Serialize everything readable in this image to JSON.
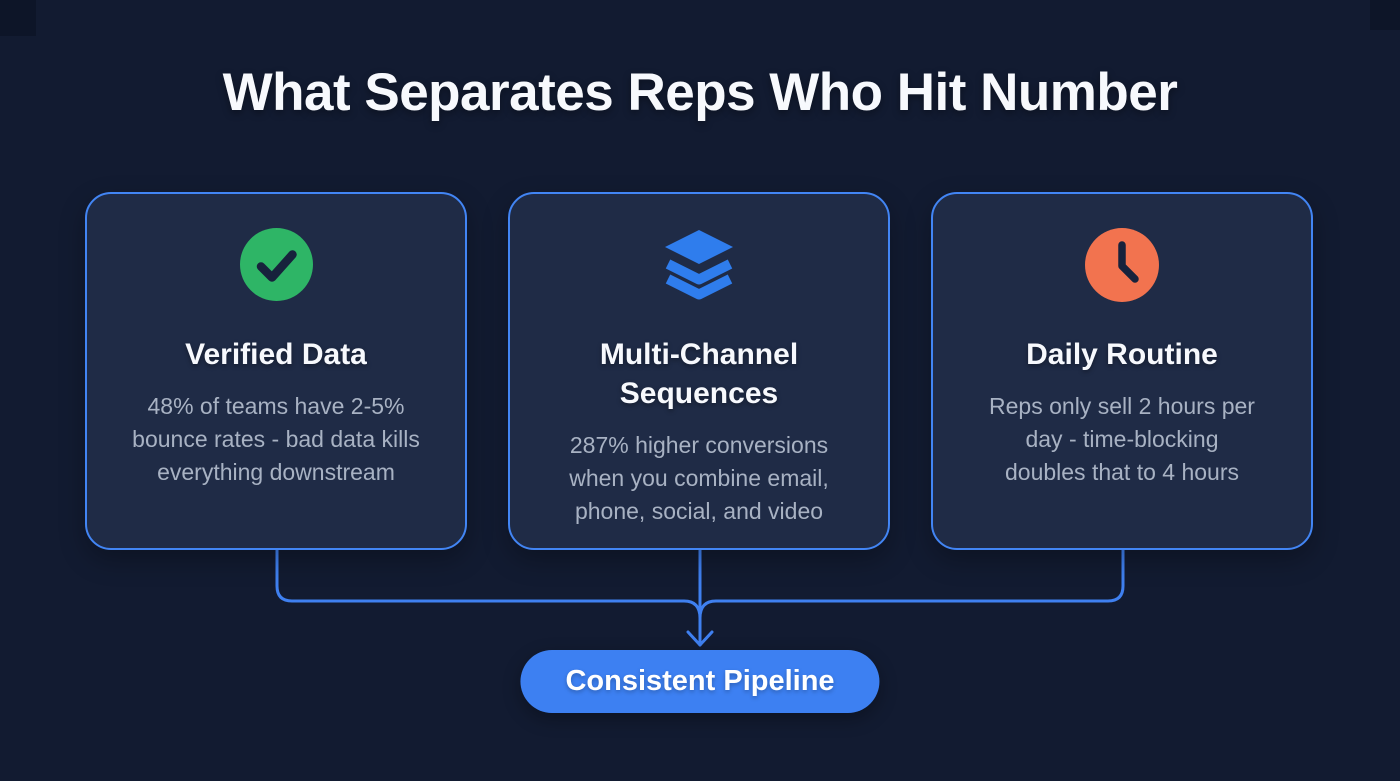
{
  "title": "What Separates Reps Who Hit Number",
  "cards": [
    {
      "icon": "check-circle-icon",
      "title": "Verified Data",
      "body_lines": [
        "48% of teams have 2-5%",
        "bounce rates - bad data kills",
        "everything downstream"
      ]
    },
    {
      "icon": "layers-icon",
      "title": "Multi-Channel Sequences",
      "body_lines": [
        "287% higher conversions",
        "when you combine email,",
        "phone, social, and video"
      ]
    },
    {
      "icon": "clock-icon",
      "title": "Daily Routine",
      "body_lines": [
        "Reps only sell 2 hours per",
        "day - time-blocking",
        "doubles that to 4 hours"
      ]
    }
  ],
  "result_node": {
    "label": "Consistent Pipeline"
  },
  "colors": {
    "background": "#121b31",
    "card_background": "#1f2b46",
    "card_border": "#4285f4",
    "connector": "#3f80f0",
    "accent_blue": "#2f7ded",
    "success_green": "#2eb566",
    "alert_orange": "#f2734f",
    "title_text": "#f7f9fd",
    "body_text": "#a8b2c3",
    "button_background": "#3d80f2",
    "button_text": "#ffffff"
  }
}
